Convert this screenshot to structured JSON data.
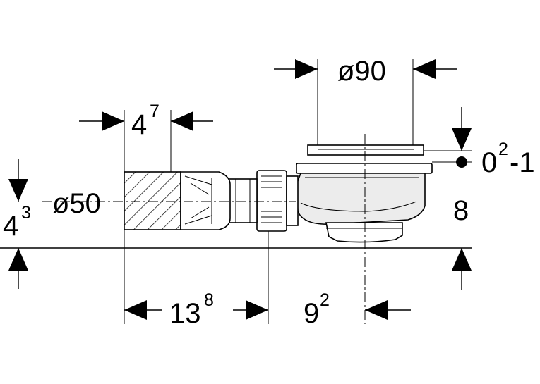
{
  "dimensions": {
    "outlet_diameter": "ø90",
    "pipe_diameter": "ø50",
    "nut_width_base": "4",
    "nut_width_sup": "7",
    "left_height_base": "4",
    "left_height_sup": "3",
    "body_length_base": "13",
    "body_length_sup": "8",
    "outlet_offset_base": "9",
    "outlet_offset_sup": "2",
    "cover_range_base": "0",
    "cover_range_sup": "2",
    "cover_range_tail": "-1",
    "total_height": "8"
  }
}
